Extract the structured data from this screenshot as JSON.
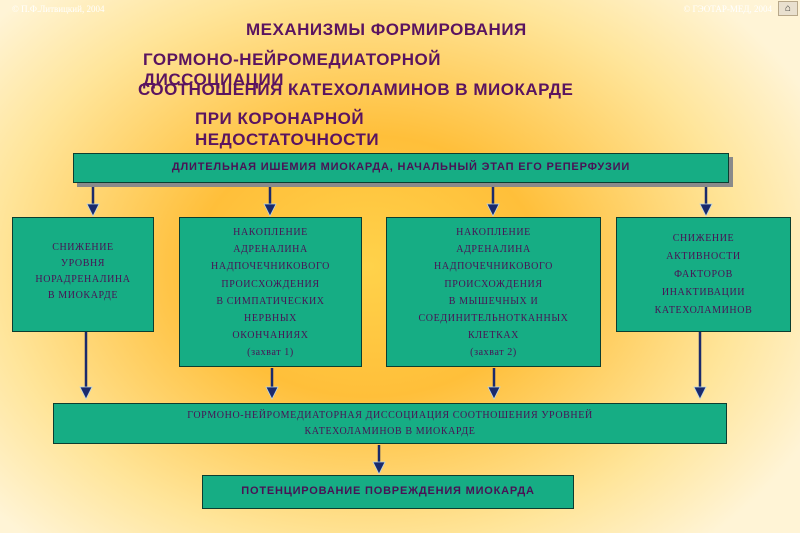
{
  "copyright_left": "© П.Ф.Литвицкий, 2004",
  "copyright_right": "© ГЭОТАР-МЕД, 2004",
  "nav_icon": "home-icon",
  "title": {
    "line1": "МЕХАНИЗМЫ ФОРМИРОВАНИЯ",
    "line2": "ГОРМОНО-НЕЙРОМЕДИАТОРНОЙ",
    "line3": "ДИССОЦИАЦИИ",
    "line4": "СООТНОШЕНИЯ КАТЕХОЛАМИНОВ В МИОКАРДЕ",
    "line5": "ПРИ КОРОНАРНОЙ",
    "line6": "НЕДОСТАТОЧНОСТИ"
  },
  "top_box": "ДЛИТЕЛЬНАЯ ИШЕМИЯ МИОКАРДА, НАЧАЛЬНЫЙ ЭТАП ЕГО РЕПЕРФУЗИИ",
  "boxes": [
    {
      "lines": [
        "СНИЖЕНИЕ",
        "УРОВНЯ",
        "НОРАДРЕНАЛИНА",
        "В МИОКАРДЕ"
      ]
    },
    {
      "lines": [
        "НАКОПЛЕНИЕ",
        "АДРЕНАЛИНА",
        "НАДПОЧЕЧНИКОВОГО",
        "ПРОИСХОЖДЕНИЯ",
        "В СИМПАТИЧЕСКИХ",
        "НЕРВНЫХ",
        "ОКОНЧАНИЯХ",
        "(захват 1)"
      ]
    },
    {
      "lines": [
        "НАКОПЛЕНИЕ",
        "АДРЕНАЛИНА",
        "НАДПОЧЕЧНИКОВОГО",
        "ПРОИСХОЖДЕНИЯ",
        "В МЫШЕЧНЫХ И",
        "СОЕДИНИТЕЛЬНОТКАННЫХ",
        "КЛЕТКАХ",
        "(захват 2)"
      ]
    },
    {
      "lines": [
        "СНИЖЕНИЕ",
        "АКТИВНОСТИ",
        "ФАКТОРОВ",
        "ИНАКТИВАЦИИ",
        "КАТЕХОЛАМИНОВ"
      ]
    }
  ],
  "bottom_box": {
    "line1": "ГОРМОНО-НЕЙРОМЕДИАТОРНАЯ ДИССОЦИАЦИЯ СООТНОШЕНИЯ УРОВНЕЙ",
    "line2": "КАТЕХОЛАМИНОВ В МИОКАРДЕ"
  },
  "final_box": "ПОТЕНЦИРОВАНИЕ ПОВРЕЖДЕНИЯ МИОКАРДА",
  "colors": {
    "box_fill": "#16ad84",
    "text": "#4a1255",
    "title": "#5a1460",
    "arrow": "#1a2a6c"
  }
}
